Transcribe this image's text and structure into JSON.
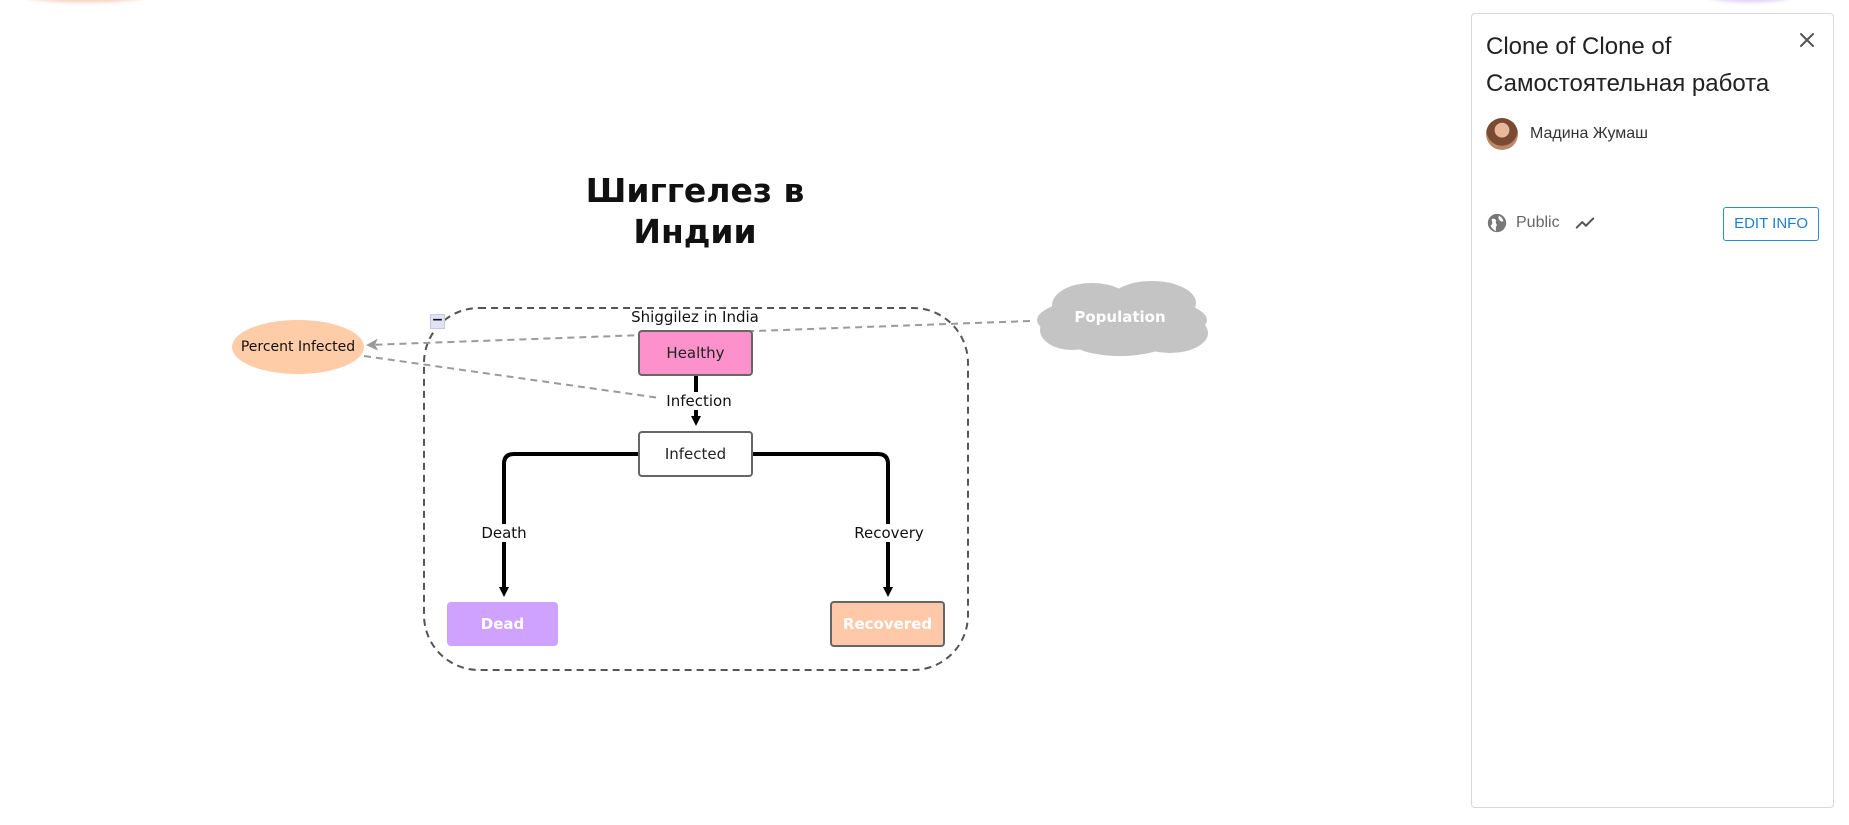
{
  "diagram": {
    "title": "Шиггелез в Индии",
    "folder_label": "Shiggilez in India",
    "collapse_symbol": "−",
    "stocks": {
      "healthy": "Healthy",
      "infected": "Infected",
      "dead": "Dead",
      "recovered": "Recovered"
    },
    "variable": "Percent Infected",
    "population": "Population",
    "flows": {
      "infection": "Infection",
      "death": "Death",
      "recovery": "Recovery"
    },
    "colors": {
      "healthy": "#fc91cc",
      "dead": "#cfa2ff",
      "recovered": "#ffc8a8",
      "variable": "#ffcca8",
      "population": "#c4c4c4"
    }
  },
  "panel": {
    "title": "Clone of Clone of Самостоятельная работа",
    "author": "Мадина Жумаш",
    "visibility": "Public",
    "edit_label": "EDIT INFO",
    "icons": {
      "close": "close-icon",
      "globe": "globe-icon",
      "trend": "trend-icon"
    }
  }
}
